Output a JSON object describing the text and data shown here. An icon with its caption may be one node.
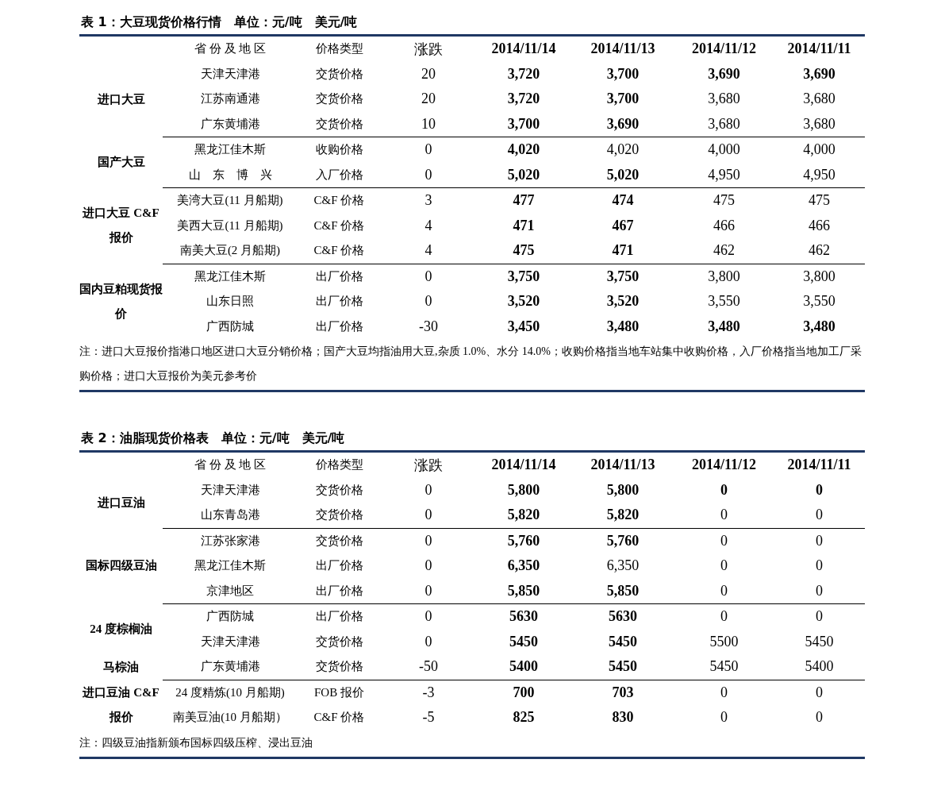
{
  "diagram": {
    "labels": [
      "表 1：大豆现货价格行情　单位：元/吨　美元/吨",
      "省 份 及 地 区",
      "价格类型",
      "涨跌",
      "2014/11/14",
      "2014/11/13",
      "2014/11/12",
      "2014/11/11",
      "进口大豆",
      "天津天津港",
      "交货价格",
      "20",
      "3,720",
      "3,700",
      "3,690",
      "3,690",
      "江苏南通港",
      "交货价格",
      "20",
      "3,720",
      "3,700",
      "3,680",
      "3,680",
      "广东黄埔港",
      "交货价格",
      "10",
      "3,700",
      "3,690",
      "3,680",
      "3,680",
      "国产大豆",
      "黑龙江佳木斯",
      "收购价格",
      "0",
      "4,020",
      "4,020",
      "4,000",
      "4,000",
      "山　东　博　兴",
      "入厂价格",
      "0",
      "5,020",
      "5,020",
      "4,950",
      "4,950",
      "进口大豆 C&F 报价",
      "美湾大豆(11 月船期)",
      "C&F 价格",
      "3",
      "477",
      "474",
      "475",
      "475",
      "美西大豆(11 月船期)",
      "C&F 价格",
      "4",
      "471",
      "467",
      "466",
      "466",
      "南美大豆(2 月船期)",
      "C&F 价格",
      "4",
      "475",
      "471",
      "462",
      "462",
      "国内豆粕现货报价",
      "黑龙江佳木斯",
      "出厂价格",
      "0",
      "3,750",
      "3,750",
      "3,800",
      "3,800",
      "山东日照",
      "出厂价格",
      "0",
      "3,520",
      "3,520",
      "3,550",
      "3,550",
      "广西防城",
      "出厂价格",
      "-30",
      "3,450",
      "3,480",
      "3,480",
      "3,480",
      "注：进口大豆报价指港口地区进口大豆分销价格；国产大豆均指油用大豆,杂质 1.0%、水分 14.0%；收购价格指当地车站集中收购价格，入厂价格指当地加工厂采购价格；进口大豆报价为美元参考价",
      "表 2：油脂现货价格表　单位：元/吨　美元/吨",
      "省 份 及 地 区",
      "价格类型",
      "涨跌",
      "2014/11/14",
      "2014/11/13",
      "2014/11/12",
      "2014/11/11",
      "进口豆油",
      "天津天津港",
      "交货价格",
      "0",
      "5,800",
      "5,800",
      "0",
      "0",
      "山东青岛港",
      "交货价格",
      "0",
      "5,820",
      "5,820",
      "0",
      "0",
      "国标四级豆油",
      "江苏张家港",
      "交货价格",
      "0",
      "5,760",
      "5,760",
      "0",
      "0",
      "黑龙江佳木斯",
      "出厂价格",
      "0",
      "6,350",
      "6,350",
      "0",
      "0",
      "京津地区",
      "出厂价格",
      "0",
      "5,850",
      "5,850",
      "0",
      "0",
      "24 度棕榈油",
      "广西防城",
      "出厂价格",
      "0",
      "5630",
      "5630",
      "0",
      "0",
      "天津天津港",
      "交货价格",
      "0",
      "5450",
      "5450",
      "5500",
      "5450",
      "马棕油",
      "广东黄埔港",
      "交货价格",
      "-50",
      "5400",
      "5450",
      "5450",
      "5400",
      "进口豆油 C&F 报价",
      "24 度精炼(10 月船期)",
      "FOB 报价",
      "-3",
      "700",
      "703",
      "0",
      "0",
      "南美豆油(10 月船期）",
      "C&F 价格",
      "-5",
      "825",
      "830",
      "0",
      "0",
      "注：四级豆油指新颁布国标四级压榨、浸出豆油"
    ]
  }
}
